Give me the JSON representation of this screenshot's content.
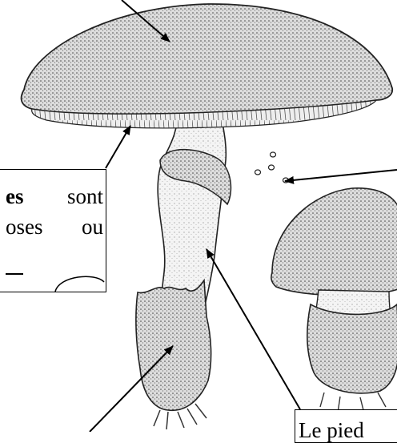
{
  "labels": {
    "lamelles": {
      "bold_part": "es",
      "line1_rest": "sont",
      "line2_a": "oses",
      "line2_b": "ou"
    },
    "pied": {
      "text": "Le pied"
    }
  }
}
